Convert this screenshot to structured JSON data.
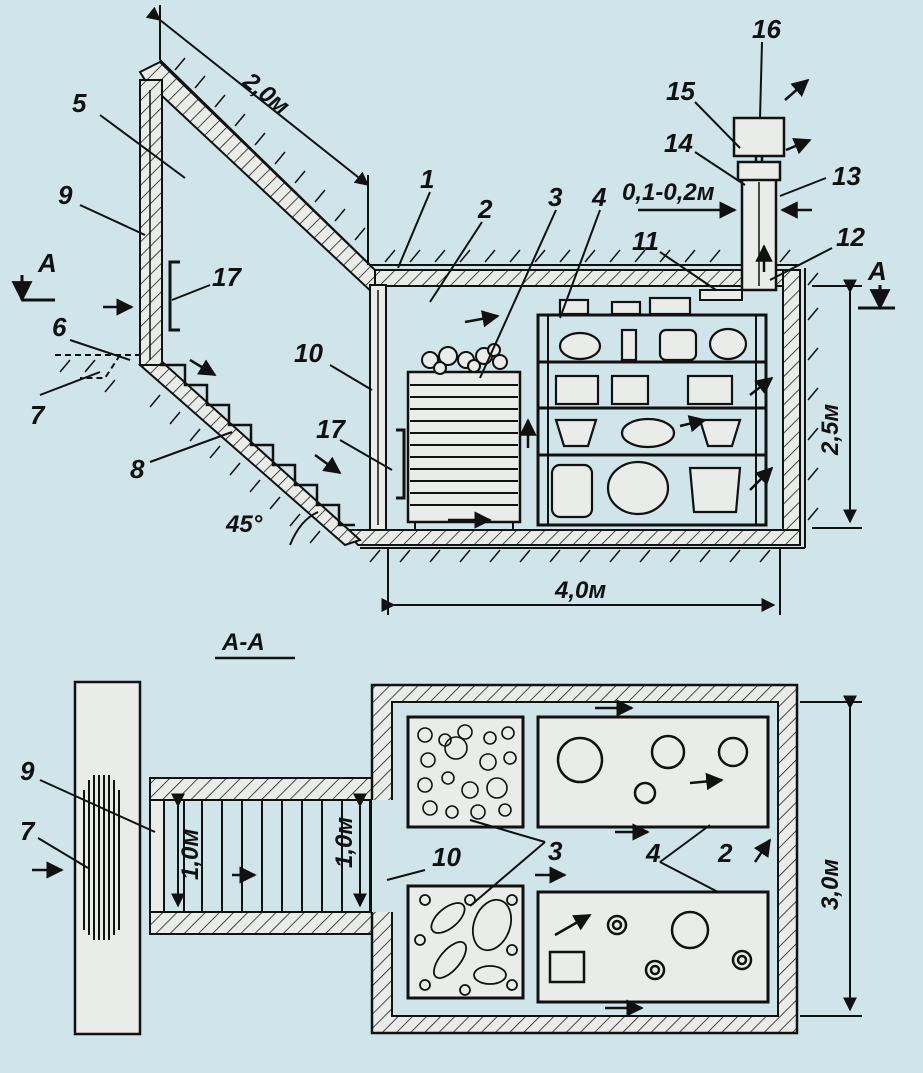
{
  "colors": {
    "background": "#cfe5e9",
    "ink": "#111111",
    "wall": "#e9ece9"
  },
  "section_label": "А-А",
  "cut_marks": [
    "А",
    "А"
  ],
  "dimensions": {
    "entrance": "2,0м",
    "height": "2,5м",
    "length": "4,0м",
    "width": "3,0м",
    "passage_outer": "1,0м",
    "passage_inner": "1,0м",
    "vent_gap": "0,1-0,2м",
    "angle": "45°"
  },
  "callouts": {
    "n1": "1",
    "n2": "2",
    "n3": "3",
    "n4": "4",
    "n5": "5",
    "n6": "6",
    "n7": "7",
    "n8": "8",
    "n9": "9",
    "n10": "10",
    "n11": "11",
    "n12": "12",
    "n13": "13",
    "n14": "14",
    "n15": "15",
    "n16": "16",
    "n17": "17",
    "n17b": "17",
    "p9": "9",
    "p7": "7",
    "p10": "10",
    "p3": "3",
    "p4": "4",
    "p2": "2"
  }
}
